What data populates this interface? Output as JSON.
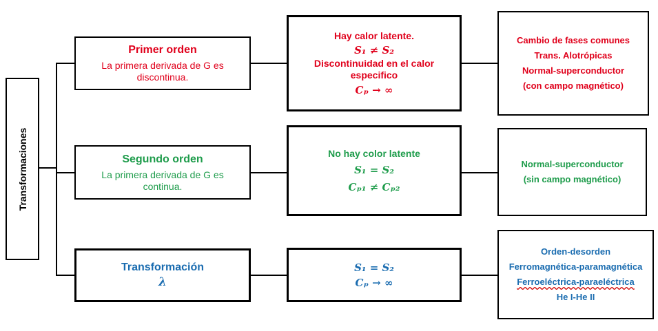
{
  "colors": {
    "first_order": "#e0001b",
    "second_order": "#1e9c4b",
    "transformation": "#1a6cb0",
    "lines": "#000000"
  },
  "root": {
    "label": "Transformaciones"
  },
  "first_order": {
    "title": "Primer orden",
    "description": "La primera derivada de G es discontinua.",
    "properties": {
      "line1": "Hay calor latente.",
      "eq1": "S₁ ≠ S₂",
      "line2": "Discontinuidad en el calor especifico",
      "eq2": "Cₚ → ∞"
    },
    "examples": [
      "Cambio de fases comunes",
      "Trans. Alotrópicas",
      "Normal-superconductor",
      "(con campo magnético)"
    ]
  },
  "second_order": {
    "title": "Segundo orden",
    "description": "La primera derivada de G es continua.",
    "properties": {
      "line1": "No hay color latente",
      "eq1": "S₁ = S₂",
      "eq2": "Cₚ₁ ≠ Cₚ₂"
    },
    "examples": [
      "Normal-superconductor",
      "(sin campo magnético)"
    ]
  },
  "lambda_transition": {
    "title": "Transformación",
    "symbol": "λ",
    "properties": {
      "eq1": "S₁ = S₂",
      "eq2": "Cₚ → ∞"
    },
    "examples": [
      "Orden-desorden",
      "Ferromagnética-paramagnética",
      "Ferroeléctrica-paraeléctrica",
      "He I-He II"
    ]
  }
}
